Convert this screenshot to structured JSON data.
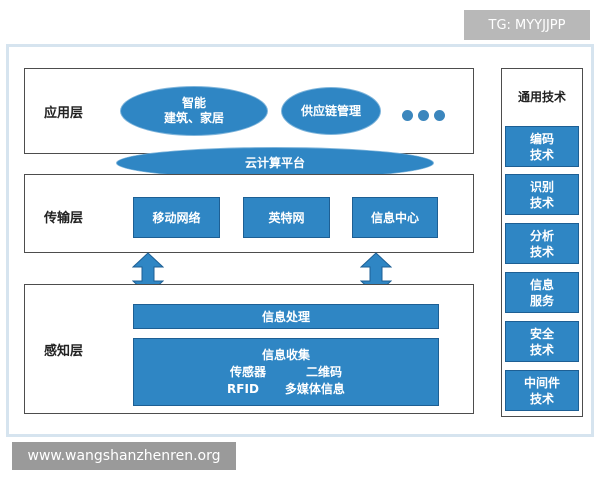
{
  "tag": "TG: MYYJJPP",
  "watermark": "www.wangshanzhenren.org",
  "application_layer": {
    "label": "应用层",
    "items": [
      "智能",
      "建筑、家居",
      "供应链管理"
    ],
    "more": "●●●"
  },
  "cloud_platform": "云计算平台",
  "transport_layer": {
    "label": "传输层",
    "boxes": [
      "移动网络",
      "英特网",
      "信息中心"
    ]
  },
  "perception_layer": {
    "label": "感知层",
    "processing": "信息处理",
    "collection_title": "信息收集",
    "collection_items": [
      "传感器",
      "二维码",
      "RFID",
      "多媒体信息"
    ]
  },
  "general_tech": {
    "header": "通用技术",
    "items": [
      [
        "编码",
        "技术"
      ],
      [
        "识别",
        "技术"
      ],
      [
        "分析",
        "技术"
      ],
      [
        "信息",
        "服务"
      ],
      [
        "安全",
        "技术"
      ],
      [
        "中间件",
        "技术"
      ]
    ]
  },
  "colors": {
    "primary_blue": "#2f86c4",
    "frame_border": "#d6e4ef",
    "layer_border": "#4d4d4d"
  }
}
